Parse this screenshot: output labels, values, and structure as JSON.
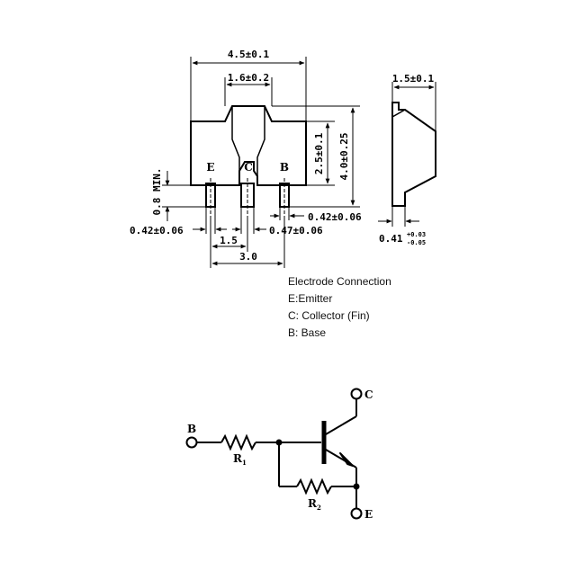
{
  "package_drawing": {
    "dimensions": {
      "total_width": "4.5±0.1",
      "tab_width": "1.6±0.2",
      "height_a": "2.5±0.1",
      "height_b": "4.0±0.25",
      "lead_min": "0.8 MIN.",
      "lead_left_width": "0.42±0.06",
      "lead_right_width": "0.42±0.06",
      "lead_center_width": "0.47±0.06",
      "pitch": "1.5",
      "pitch_total": "3.0",
      "side_width": "1.5±0.1",
      "side_thickness": "0.41",
      "side_tol_plus": "+0.03",
      "side_tol_minus": "-0.05"
    },
    "pins": {
      "emitter": "E",
      "collector": "C",
      "base": "B"
    }
  },
  "legend": {
    "title": "Electrode Connection",
    "items": [
      "E:Emitter",
      "C: Collector (Fin)",
      "B: Base"
    ]
  },
  "schematic": {
    "base": "B",
    "collector": "C",
    "emitter": "E",
    "r1": "R",
    "r1_sub": "1",
    "r2": "R",
    "r2_sub": "2"
  }
}
